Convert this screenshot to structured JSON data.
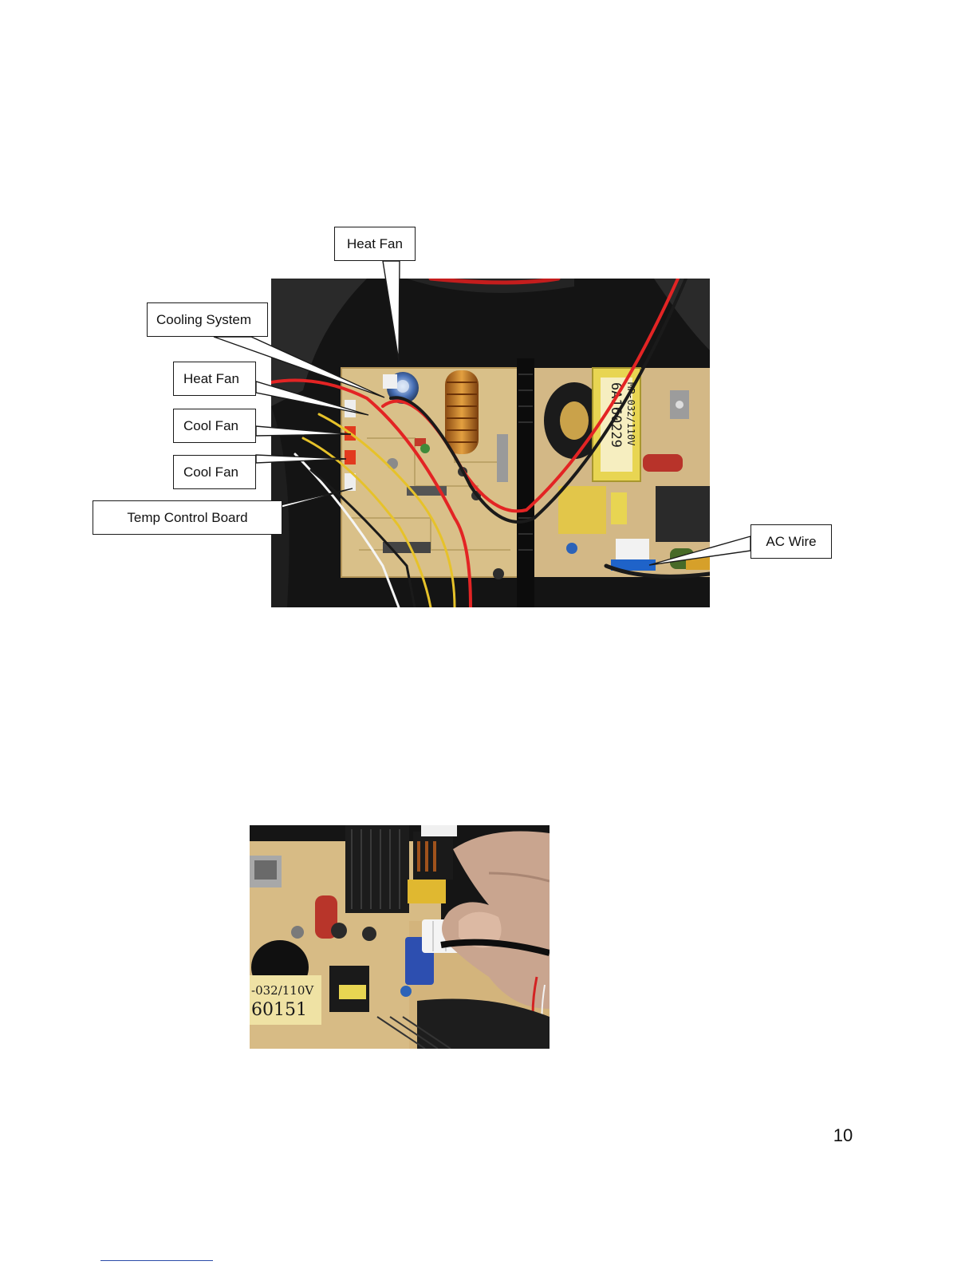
{
  "callouts": {
    "heat_fan_top": "Heat Fan",
    "cooling_system": "Cooling System",
    "heat_fan_left": "Heat Fan",
    "cool_fan_1": "Cool Fan",
    "cool_fan_2": "Cool Fan",
    "temp_control_board": "Temp Control Board",
    "ac_wire": "AC Wire"
  },
  "photo_main": {
    "transformer_label_line1": "MP-032/110V",
    "transformer_label_line2": "6A160229"
  },
  "photo_second": {
    "transformer_label_line1": "-032/110V",
    "transformer_label_line2": "60151"
  },
  "page": {
    "number": "10"
  }
}
